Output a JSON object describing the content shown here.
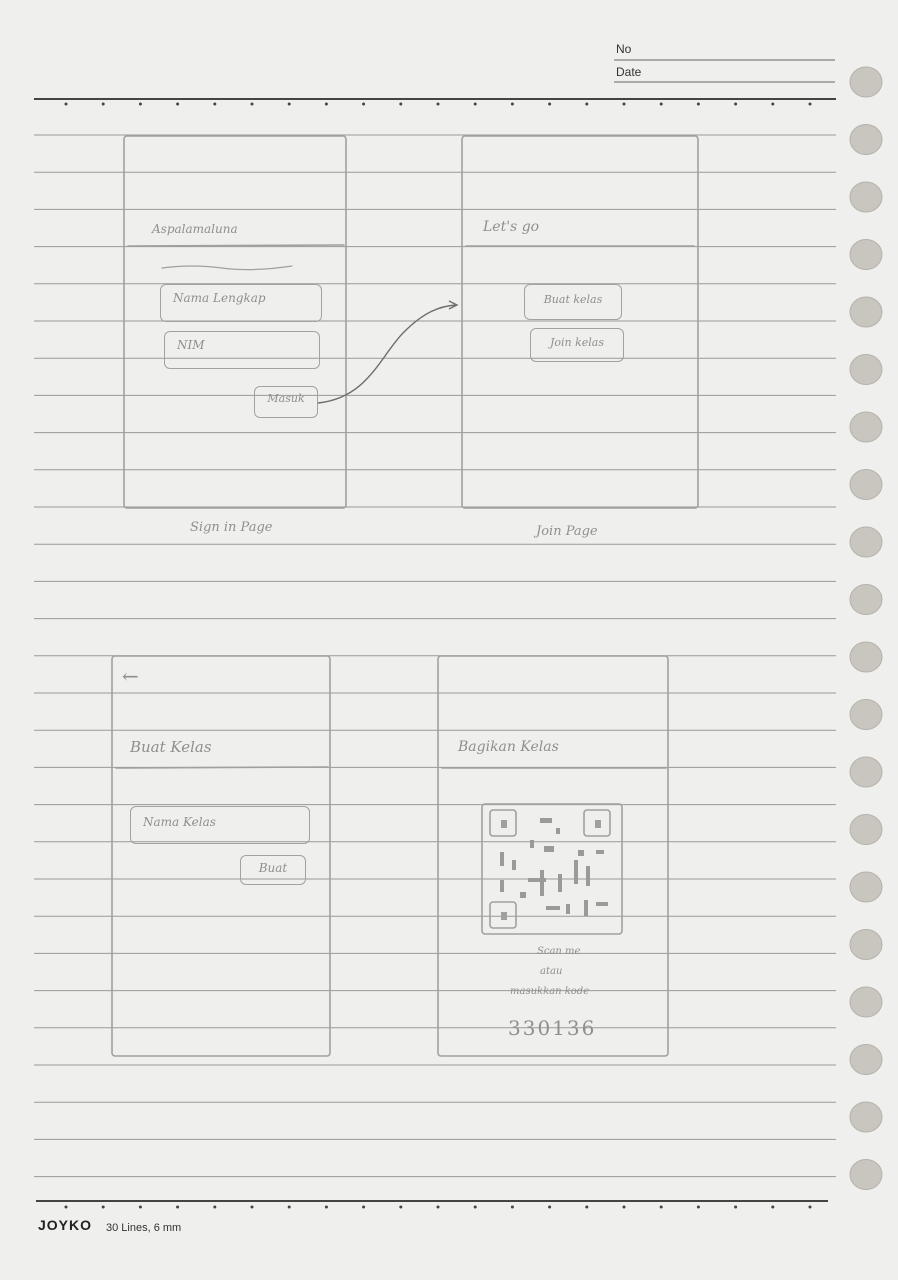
{
  "header": {
    "no_label": "No",
    "date_label": "Date"
  },
  "footer": {
    "brand": "JOYKO",
    "spec": "30 Lines, 6 mm"
  },
  "screens": {
    "sign_in": {
      "header_title": "Aspalamaluna",
      "fields": [
        "Nama Lengkap",
        "NIM"
      ],
      "button": "Masuk",
      "caption": "Sign in Page"
    },
    "join": {
      "header_title": "Let's go",
      "buttons": [
        "Buat kelas",
        "Join kelas"
      ],
      "caption": "Join Page"
    },
    "create_class": {
      "back": "←",
      "header_title": "Buat Kelas",
      "field": "Nama Kelas",
      "button": "Buat"
    },
    "share_class": {
      "header_title": "Bagikan Kelas",
      "qr_caption": [
        "Scan me",
        "atau",
        "masukkan kode"
      ],
      "code": "330136"
    }
  },
  "colors": {
    "paper": "#efefed",
    "rule": "#9a9a98",
    "pencil": "#a0a0a0",
    "ink": "#333333"
  }
}
